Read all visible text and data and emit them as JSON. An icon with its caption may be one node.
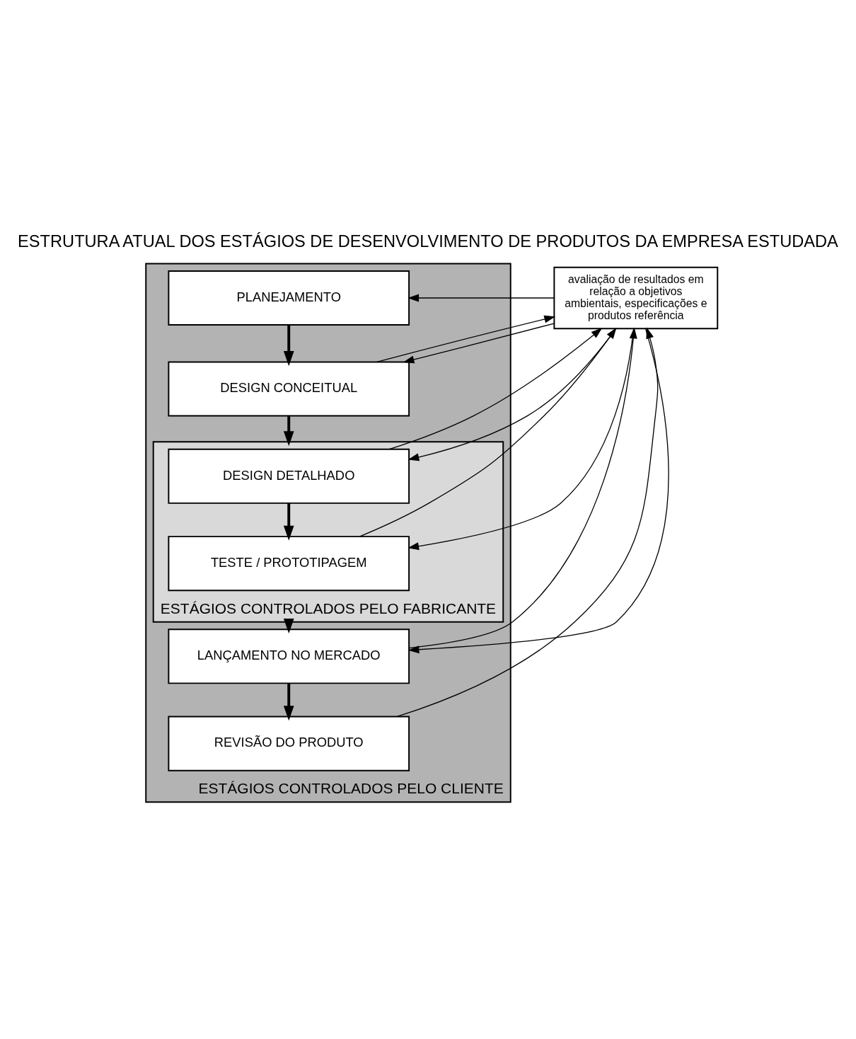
{
  "diagram": {
    "title": "ESTRUTURA ATUAL DOS ESTÁGIOS DE DESENVOLVIMENTO DE PRODUTOS DA EMPRESA ESTUDADA",
    "nodes": [
      {
        "text": [
          "ESTÁGIOS CONTROLADOS PELO CLIENTE"
        ]
      },
      {
        "text": [
          "PLANEJAMENTO"
        ],
        "in": 0
      },
      {
        "text": [
          "DESIGN CONCEITUAL"
        ],
        "in": 0
      },
      {
        "text": [
          "ESTÁGIOS CONTROLADOS PELO FABRICANTE"
        ],
        "in": 0
      },
      {
        "text": [
          "DESIGN DETALHADO"
        ],
        "in": 3
      },
      {
        "text": [
          "TESTE / PROTOTIPAGEM"
        ],
        "in": 3
      },
      {
        "text": [
          "LANÇAMENTO NO MERCADO"
        ],
        "in": 0
      },
      {
        "text": [
          "REVISÃO DO PRODUTO"
        ],
        "in": 0
      },
      {
        "text": [
          "avaliação de resultados em relação a objetivos ambientais, especificações e produtos referência"
        ]
      }
    ],
    "edges": [
      {
        "from": 1,
        "to": 2,
        "arrow": "to",
        "style": "thick"
      },
      {
        "from": 2,
        "to": 3,
        "arrow": "to",
        "style": "thick"
      },
      {
        "from": 4,
        "to": 5,
        "arrow": "to",
        "style": "thick"
      },
      {
        "from": 3,
        "to": 6,
        "arrow": "to",
        "style": "thick"
      },
      {
        "from": 6,
        "to": 7,
        "arrow": "to",
        "style": "thick"
      },
      {
        "from": 8,
        "to": 1,
        "arrow": "to"
      },
      {
        "from": 8,
        "to": 2,
        "arrow": "to"
      },
      {
        "from": 2,
        "to": 8,
        "arrow": "to"
      },
      {
        "from": 8,
        "to": 4,
        "arrow": "to"
      },
      {
        "from": 4,
        "to": 8,
        "arrow": "to"
      },
      {
        "from": 8,
        "to": 5,
        "arrow": "to"
      },
      {
        "from": 5,
        "to": 8,
        "arrow": "to"
      },
      {
        "from": 8,
        "to": 6,
        "arrow": "to"
      },
      {
        "from": 6,
        "to": 8,
        "arrow": "to"
      },
      {
        "from": 7,
        "to": 8,
        "arrow": "to"
      }
    ]
  }
}
